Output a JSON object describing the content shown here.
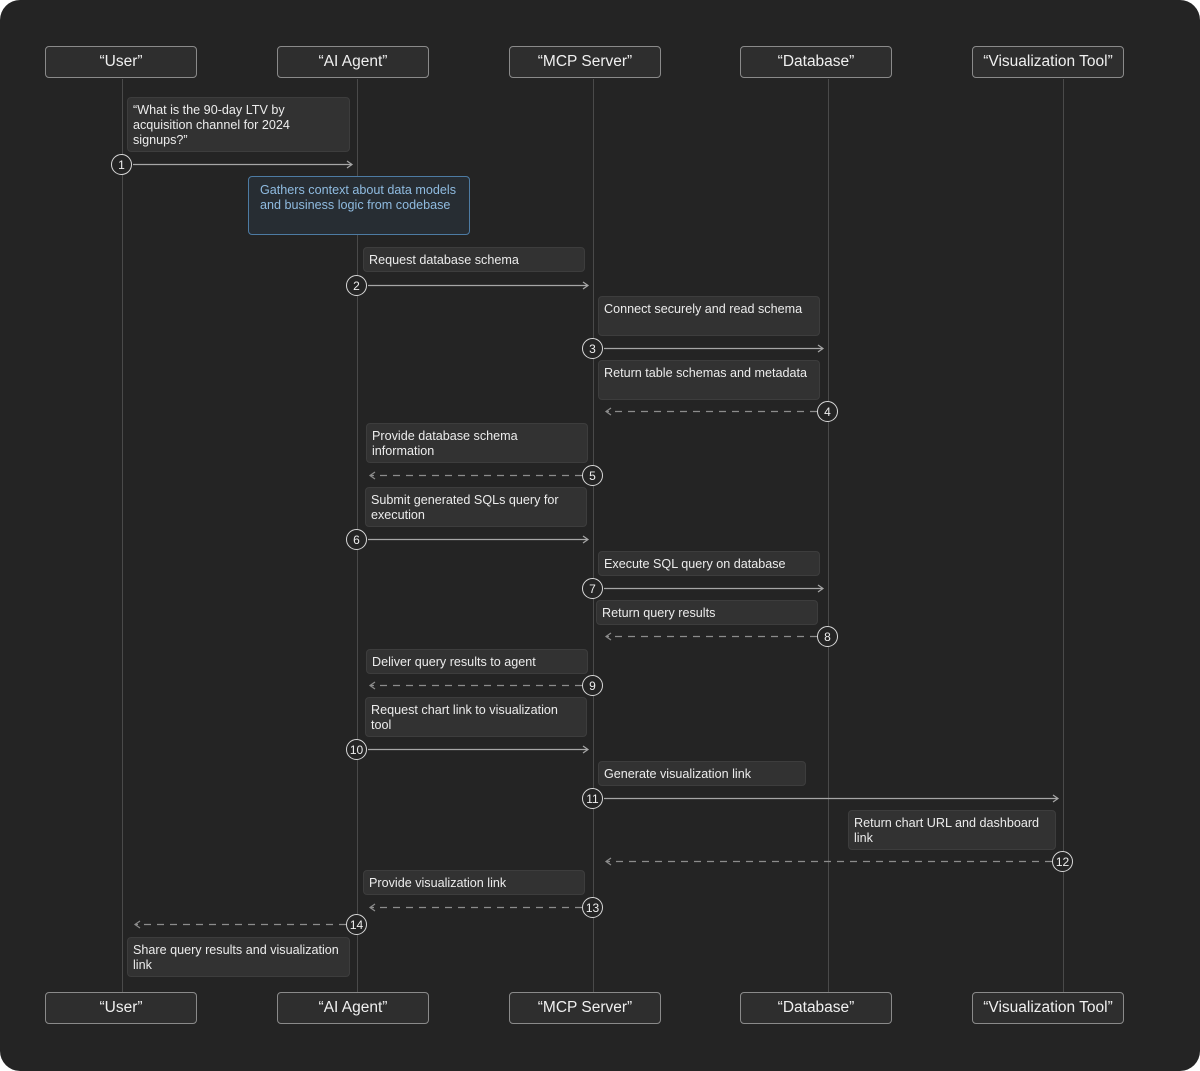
{
  "actors": {
    "user": "“User”",
    "agent": "“AI Agent”",
    "mcp": "“MCP Server”",
    "db": "“Database”",
    "viz": "“Visualization Tool”"
  },
  "notes": {
    "question": "“What is the 90-day LTV by acquisition channel for 2024 signups?”",
    "context": "Gathers context about data models and business logic from codebase",
    "final": "Share query results and visualization link"
  },
  "messages": [
    {
      "num": "1",
      "from": "user",
      "to": "agent",
      "dashed": false,
      "label": ""
    },
    {
      "num": "2",
      "from": "agent",
      "to": "mcp",
      "dashed": false,
      "label": "Request database schema"
    },
    {
      "num": "3",
      "from": "mcp",
      "to": "db",
      "dashed": false,
      "label": "Connect securely and read schema"
    },
    {
      "num": "4",
      "from": "db",
      "to": "mcp",
      "dashed": true,
      "label": "Return table schemas and metadata"
    },
    {
      "num": "5",
      "from": "mcp",
      "to": "agent",
      "dashed": true,
      "label": "Provide database schema information"
    },
    {
      "num": "6",
      "from": "agent",
      "to": "mcp",
      "dashed": false,
      "label": "Submit generated SQLs query for execution"
    },
    {
      "num": "7",
      "from": "mcp",
      "to": "db",
      "dashed": false,
      "label": "Execute SQL query on database"
    },
    {
      "num": "8",
      "from": "db",
      "to": "mcp",
      "dashed": true,
      "label": "Return query results"
    },
    {
      "num": "9",
      "from": "mcp",
      "to": "agent",
      "dashed": true,
      "label": "Deliver query results to agent"
    },
    {
      "num": "10",
      "from": "agent",
      "to": "mcp",
      "dashed": false,
      "label": "Request chart link to visualization tool"
    },
    {
      "num": "11",
      "from": "mcp",
      "to": "viz",
      "dashed": false,
      "label": "Generate visualization link"
    },
    {
      "num": "12",
      "from": "viz",
      "to": "mcp",
      "dashed": true,
      "label": "Return chart URL and dashboard link"
    },
    {
      "num": "13",
      "from": "mcp",
      "to": "agent",
      "dashed": true,
      "label": "Provide visualization link"
    },
    {
      "num": "14",
      "from": "agent",
      "to": "user",
      "dashed": true,
      "label": ""
    }
  ]
}
